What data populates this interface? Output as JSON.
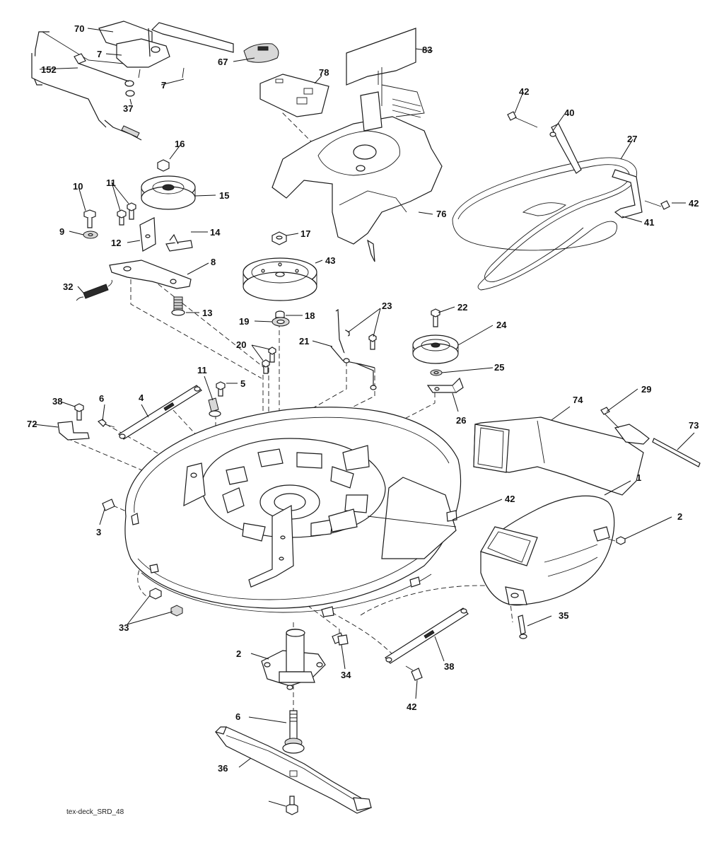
{
  "diagram": {
    "footer_label": "tex-deck_SRD_48",
    "callouts": [
      "70",
      "7",
      "7",
      "152",
      "37",
      "67",
      "78",
      "83",
      "42",
      "40",
      "27",
      "42",
      "41",
      "16",
      "15",
      "10",
      "11",
      "9",
      "12",
      "14",
      "17",
      "43",
      "8",
      "32",
      "13",
      "18",
      "19",
      "20",
      "21",
      "23",
      "22",
      "24",
      "25",
      "26",
      "76",
      "11",
      "5",
      "38",
      "6",
      "4",
      "72",
      "74",
      "29",
      "73",
      "1",
      "42",
      "2",
      "3",
      "33",
      "2",
      "34",
      "6",
      "38",
      "42",
      "35",
      "36"
    ]
  }
}
